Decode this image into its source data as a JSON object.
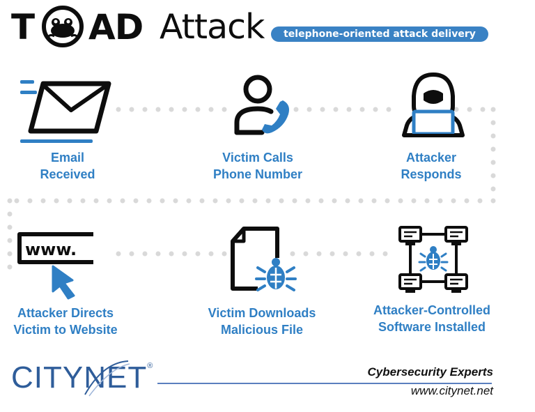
{
  "header": {
    "title_left": "T",
    "title_middle": "AD",
    "title_right": "Attack",
    "subtitle": "telephone-oriented attack delivery"
  },
  "steps": [
    {
      "line1": "Email",
      "line2": "Received",
      "icon": "envelope-icon"
    },
    {
      "line1": "Victim Calls",
      "line2": "Phone Number",
      "icon": "caller-icon"
    },
    {
      "line1": "Attacker",
      "line2": "Responds",
      "icon": "hacker-icon"
    },
    {
      "line1": "Attacker Directs",
      "line2": "Victim to Website",
      "icon": "website-cursor-icon",
      "icon_text": "www."
    },
    {
      "line1": "Victim Downloads",
      "line2": "Malicious File",
      "icon": "malicious-file-icon"
    },
    {
      "line1": "Attacker-Controlled",
      "line2": "Software Installed",
      "icon": "network-bug-icon"
    }
  ],
  "footer": {
    "brand": "CITYNET",
    "registered": "®",
    "tagline": "Cybersecurity Experts",
    "website": "www.citynet.net"
  },
  "colors": {
    "accent": "#2f7fc4",
    "dark": "#0d0d0d",
    "dots": "#d9d9d9",
    "brand": "#2f5d9a"
  }
}
